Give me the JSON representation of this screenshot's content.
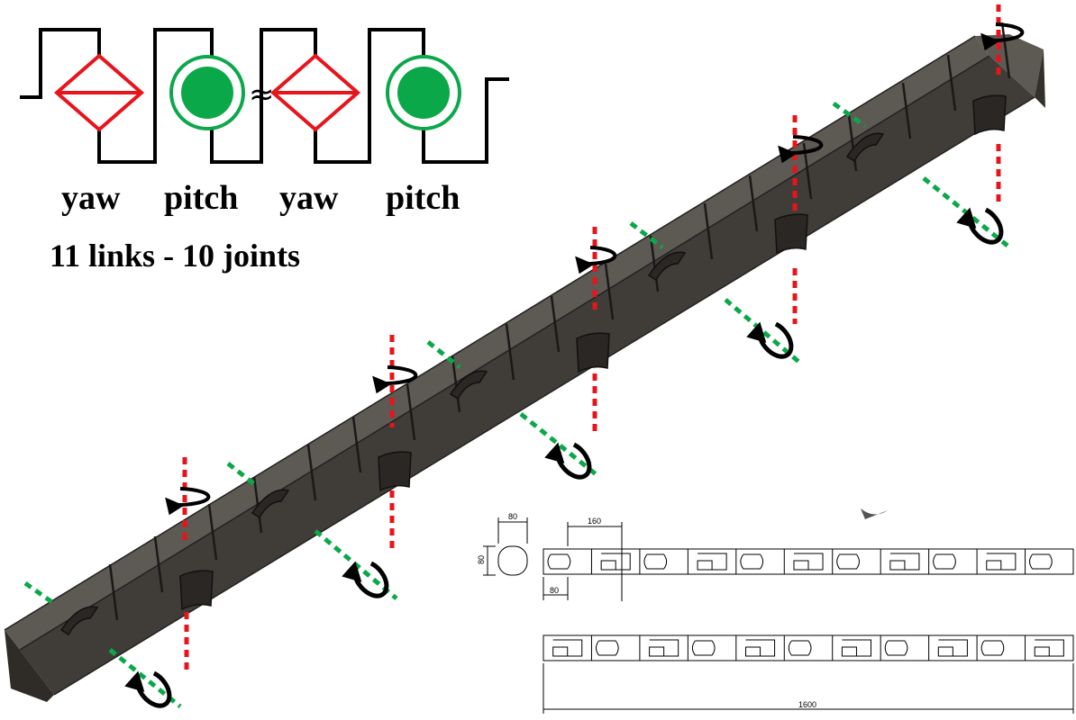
{
  "legend": {
    "joints": [
      {
        "type": "yaw",
        "label": "yaw",
        "symbol": "red-diamond",
        "color": "#e8141c"
      },
      {
        "type": "pitch",
        "label": "pitch",
        "symbol": "green-circle",
        "color": "#0ba84a"
      },
      {
        "type": "yaw",
        "label": "yaw",
        "symbol": "red-diamond",
        "color": "#e8141c"
      },
      {
        "type": "pitch",
        "label": "pitch",
        "symbol": "green-circle",
        "color": "#0ba84a"
      }
    ],
    "repeat_symbol": "≈",
    "summary": "11 links - 10 joints"
  },
  "robot": {
    "links": 11,
    "joints": 10,
    "body_color": "#4a4641",
    "yaw_axis_color": "#e8141c",
    "pitch_axis_color": "#0ba84a"
  },
  "drawing": {
    "dims": {
      "diameter": "80",
      "height": "80",
      "pitch": "160",
      "offset": "80",
      "total_length": "1600"
    }
  }
}
